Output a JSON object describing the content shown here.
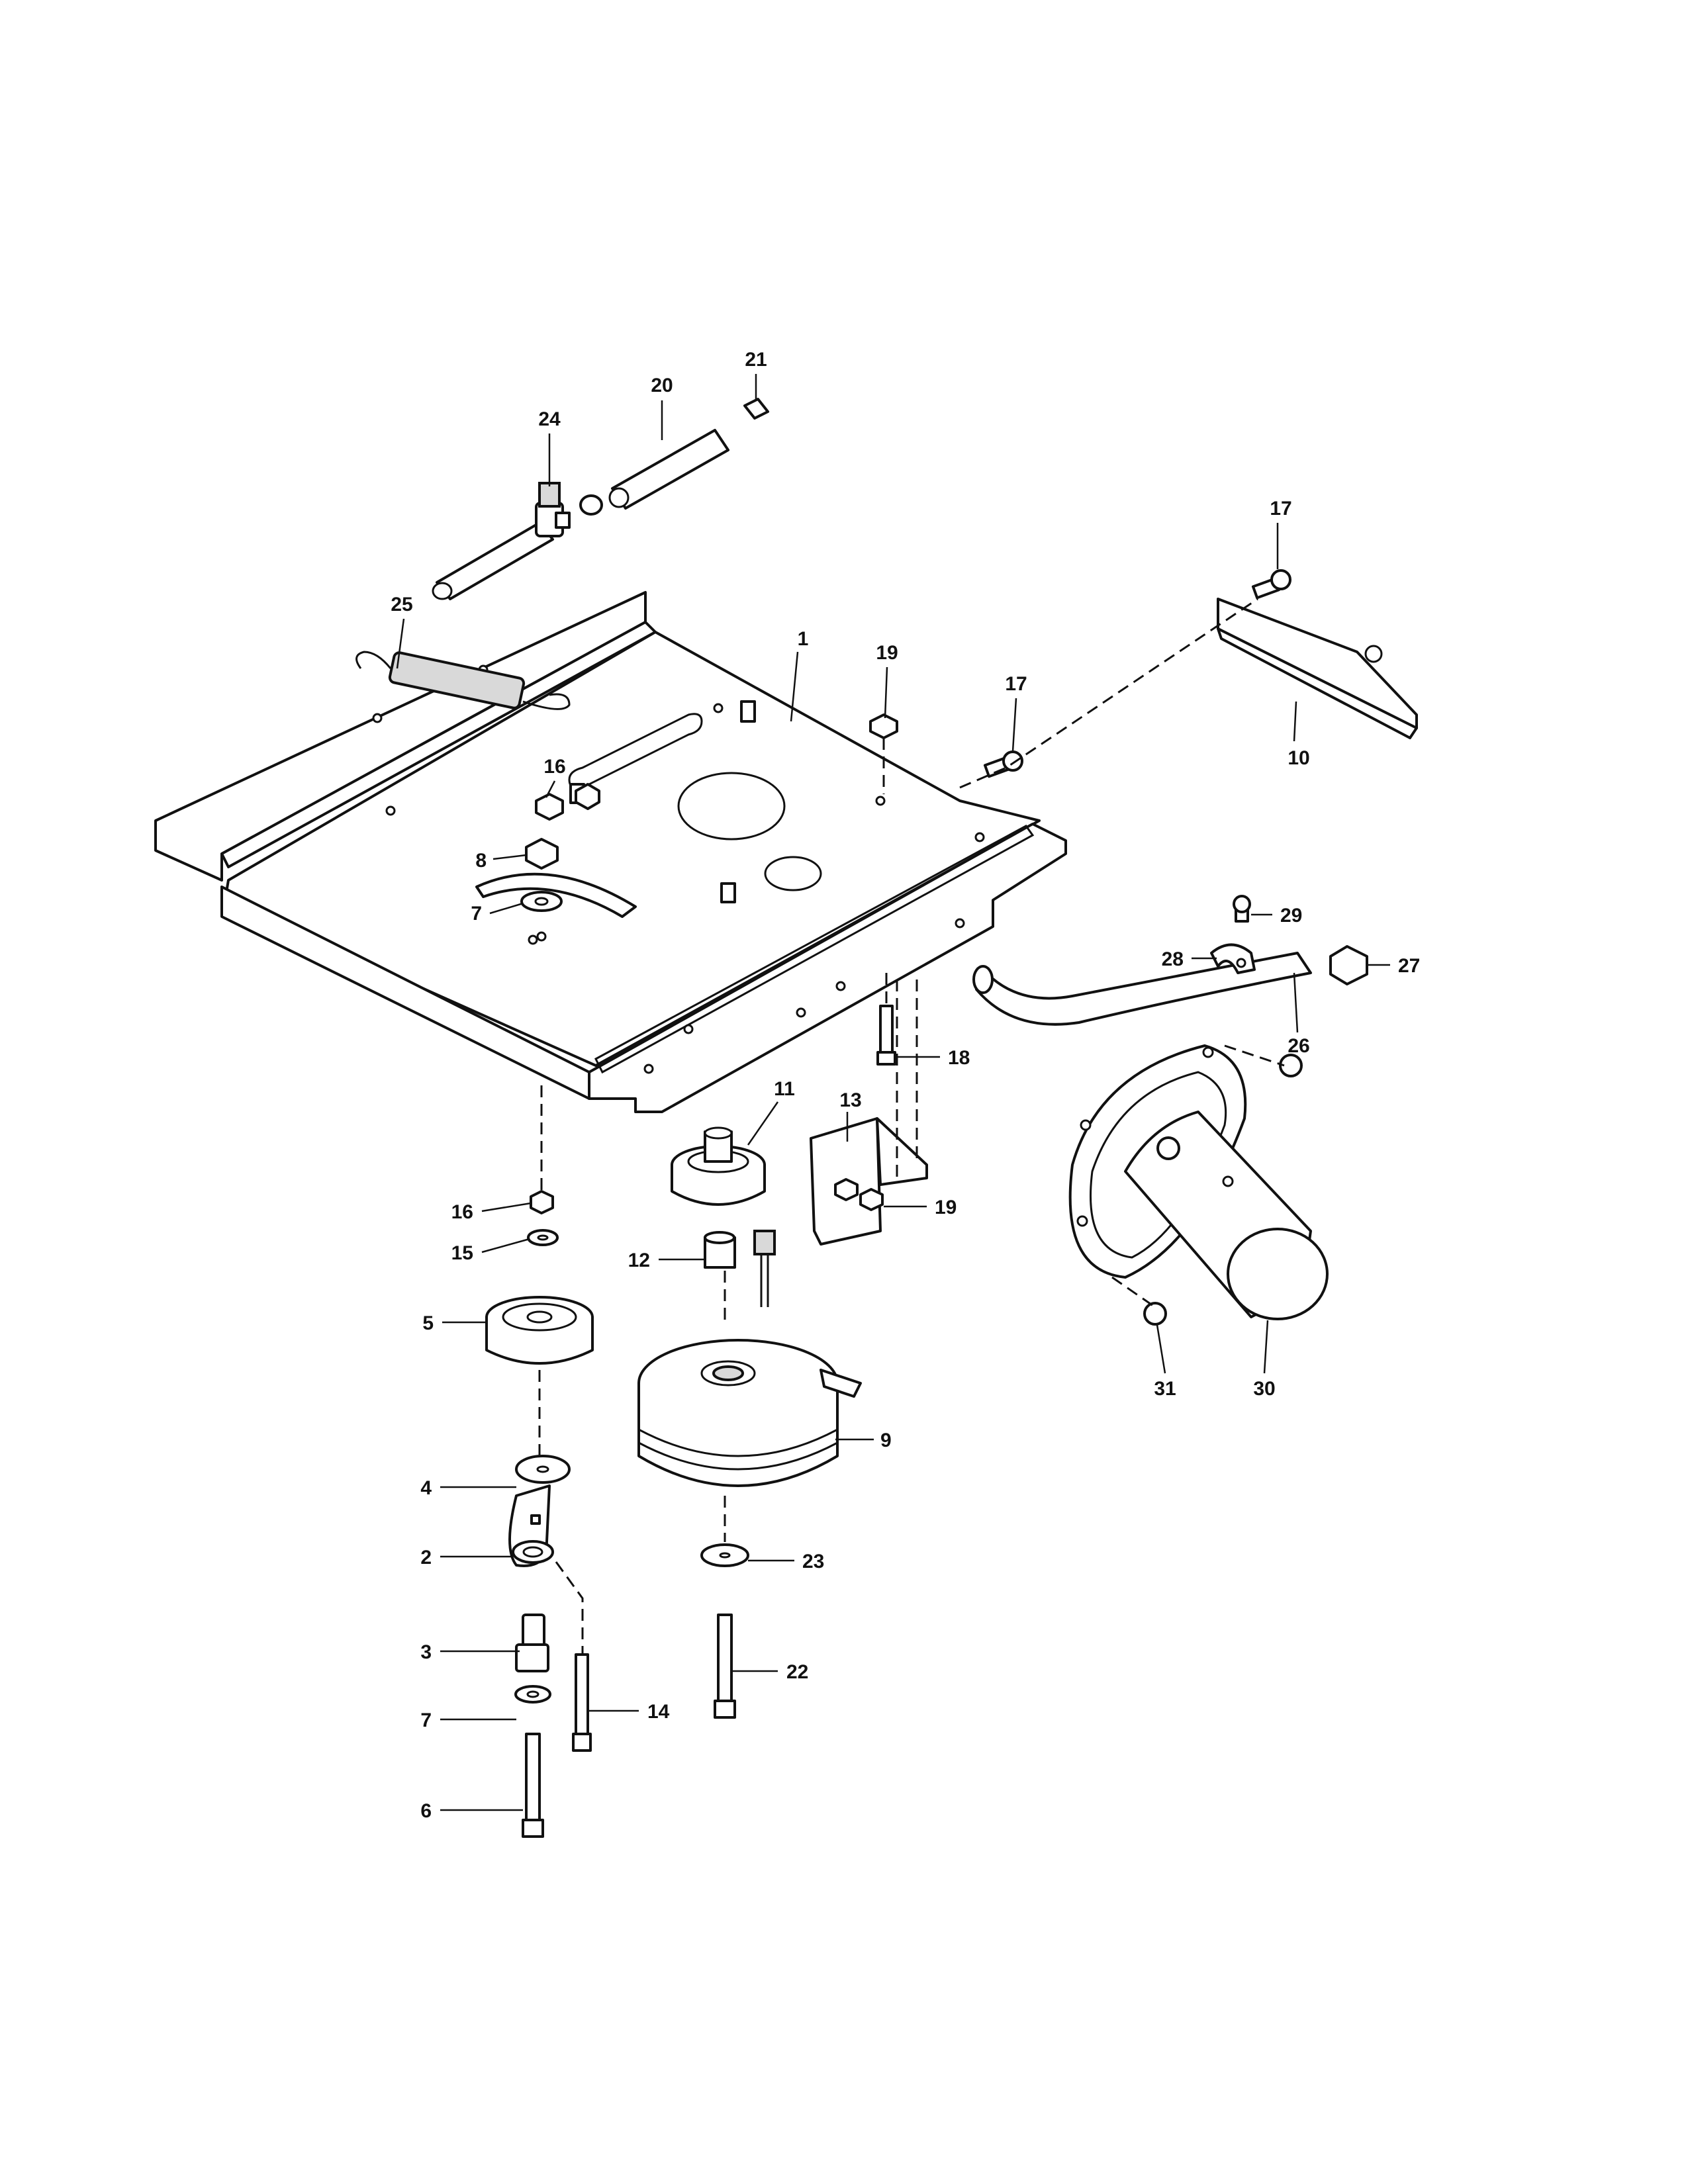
{
  "callouts": [
    {
      "label": "1",
      "name": "part-1-mounting-plate"
    },
    {
      "label": "2",
      "name": "part-2-idler-arm"
    },
    {
      "label": "3",
      "name": "part-3-bushing"
    },
    {
      "label": "4",
      "name": "part-4-washer"
    },
    {
      "label": "5",
      "name": "part-5-idler-pulley"
    },
    {
      "label": "6",
      "name": "part-6-bolt"
    },
    {
      "label": "7",
      "name": "part-7-washer-upper"
    },
    {
      "label": "7",
      "name": "part-7-washer-lower"
    },
    {
      "label": "8",
      "name": "part-8-nut"
    },
    {
      "label": "9",
      "name": "part-9-electric-clutch"
    },
    {
      "label": "10",
      "name": "part-10-bracket"
    },
    {
      "label": "11",
      "name": "part-11-pulley"
    },
    {
      "label": "12",
      "name": "part-12-spacer"
    },
    {
      "label": "13",
      "name": "part-13-clutch-bracket"
    },
    {
      "label": "14",
      "name": "part-14-bolt"
    },
    {
      "label": "15",
      "name": "part-15-washer"
    },
    {
      "label": "16",
      "name": "part-16-nut-upper"
    },
    {
      "label": "16",
      "name": "part-16-nut-lower"
    },
    {
      "label": "17",
      "name": "part-17-screw-upper"
    },
    {
      "label": "17",
      "name": "part-17-screw-lower"
    },
    {
      "label": "18",
      "name": "part-18-bolt"
    },
    {
      "label": "19",
      "name": "part-19-nut-upper"
    },
    {
      "label": "19",
      "name": "part-19-nut-lower"
    },
    {
      "label": "20",
      "name": "part-20-hose"
    },
    {
      "label": "21",
      "name": "part-21-nut"
    },
    {
      "label": "22",
      "name": "part-22-bolt"
    },
    {
      "label": "23",
      "name": "part-23-washer"
    },
    {
      "label": "24",
      "name": "part-24-fuel-valve"
    },
    {
      "label": "25",
      "name": "part-25-spring"
    },
    {
      "label": "26",
      "name": "part-26-hose"
    },
    {
      "label": "27",
      "name": "part-27-nut"
    },
    {
      "label": "28",
      "name": "part-28-clamp"
    },
    {
      "label": "29",
      "name": "part-29-screw"
    },
    {
      "label": "30",
      "name": "part-30-chute"
    },
    {
      "label": "31",
      "name": "part-31-bolt"
    }
  ]
}
